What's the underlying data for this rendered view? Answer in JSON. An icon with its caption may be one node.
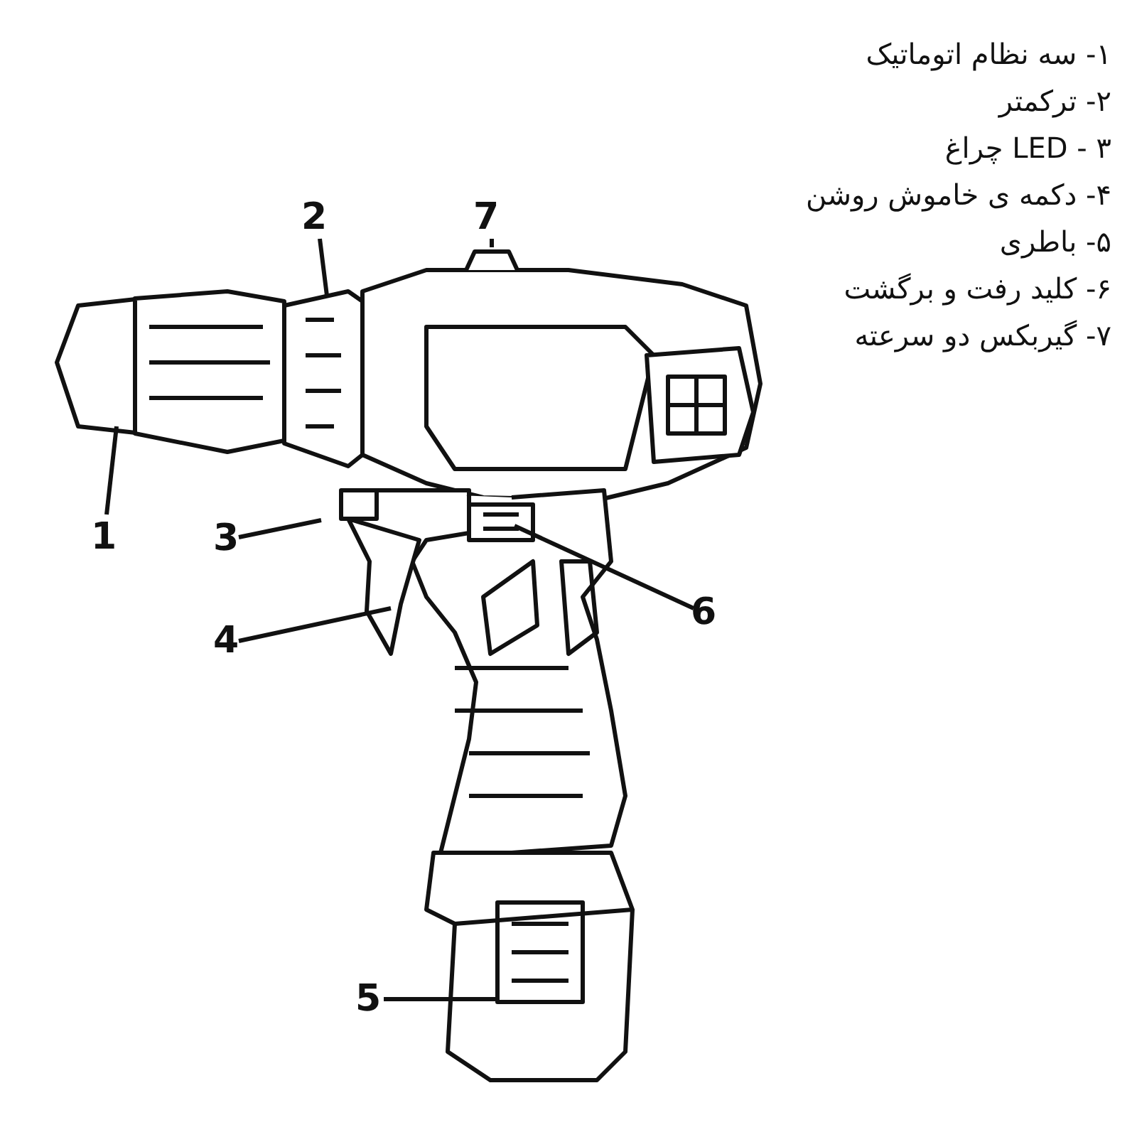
{
  "diagram": {
    "nodes": [
      {
        "text": [
          "1"
        ]
      },
      {
        "text": [
          "2"
        ]
      },
      {
        "text": [
          "3"
        ]
      },
      {
        "text": [
          "4"
        ]
      },
      {
        "text": [
          "5"
        ]
      },
      {
        "text": [
          "6"
        ]
      },
      {
        "text": [
          "7"
        ]
      }
    ],
    "edges": [
      {
        "from": 0,
        "to": null,
        "arrow": "none"
      },
      {
        "from": 1,
        "to": null,
        "arrow": "none"
      },
      {
        "from": 2,
        "to": null,
        "arrow": "none"
      },
      {
        "from": 3,
        "to": null,
        "arrow": "none"
      },
      {
        "from": 4,
        "to": null,
        "arrow": "none"
      },
      {
        "from": 5,
        "to": null,
        "arrow": "none"
      },
      {
        "from": 6,
        "to": null,
        "arrow": "none"
      }
    ],
    "labels": [
      "۱- سه نظام اتوماتیک",
      "۲- ترکمتر",
      "۳ - LED چراغ",
      "۴- دکمه ی خاموش روشن",
      "۵- باطری",
      "۶- کلید رفت و برگشت",
      "۷- گیربکس دو سرعته"
    ]
  }
}
